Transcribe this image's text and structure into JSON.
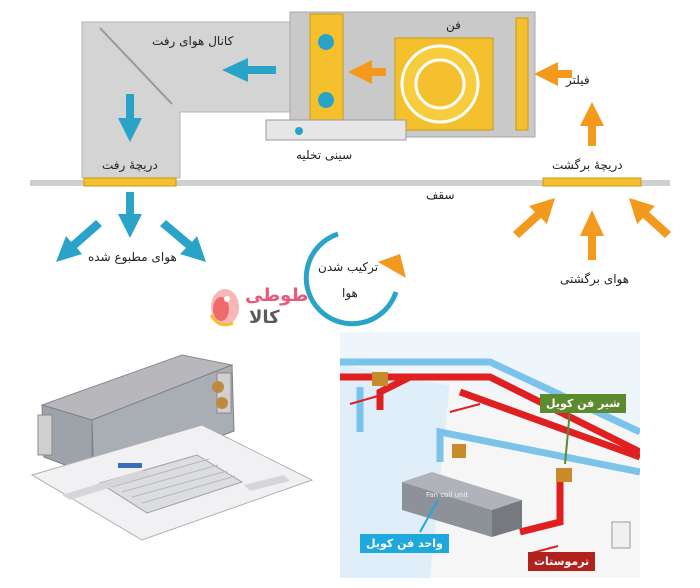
{
  "diagram": {
    "labels": {
      "supply_duct": "کانال هوای رفت",
      "fan": "فن",
      "filter": "فیلتر",
      "drain_pan": "سینی تخلیه",
      "supply_grille": "دریچهٔ رفت",
      "return_grille": "دریچهٔ برگشت",
      "ceiling": "سقف",
      "conditioned_air": "هوای مطبوع شده",
      "return_air": "هوای برگشتی",
      "air_combination_1": "ترکیب شدن",
      "air_combination_2": "هوا"
    },
    "colors": {
      "unit_gray": "#c9c9c9",
      "duct_gray": "#d4d4d4",
      "coil_yellow": "#f5c02d",
      "arrow_blue": "#2aa3c8",
      "arrow_orange": "#f39a1e",
      "pipe_red": "#e02020",
      "pipe_blue": "#7ac4ec"
    }
  },
  "logo": {
    "line1": "طوطی",
    "line2": "کالا"
  },
  "install": {
    "tags": {
      "valve": "شیر فن کویل",
      "unit": "واحد فن کویل",
      "thermostat": "ترموستات"
    },
    "unit_text": "Fan coil unit",
    "tag_colors": {
      "valve": "#5c8a2e",
      "unit": "#1ea8dc",
      "thermostat": "#b2221c"
    }
  }
}
